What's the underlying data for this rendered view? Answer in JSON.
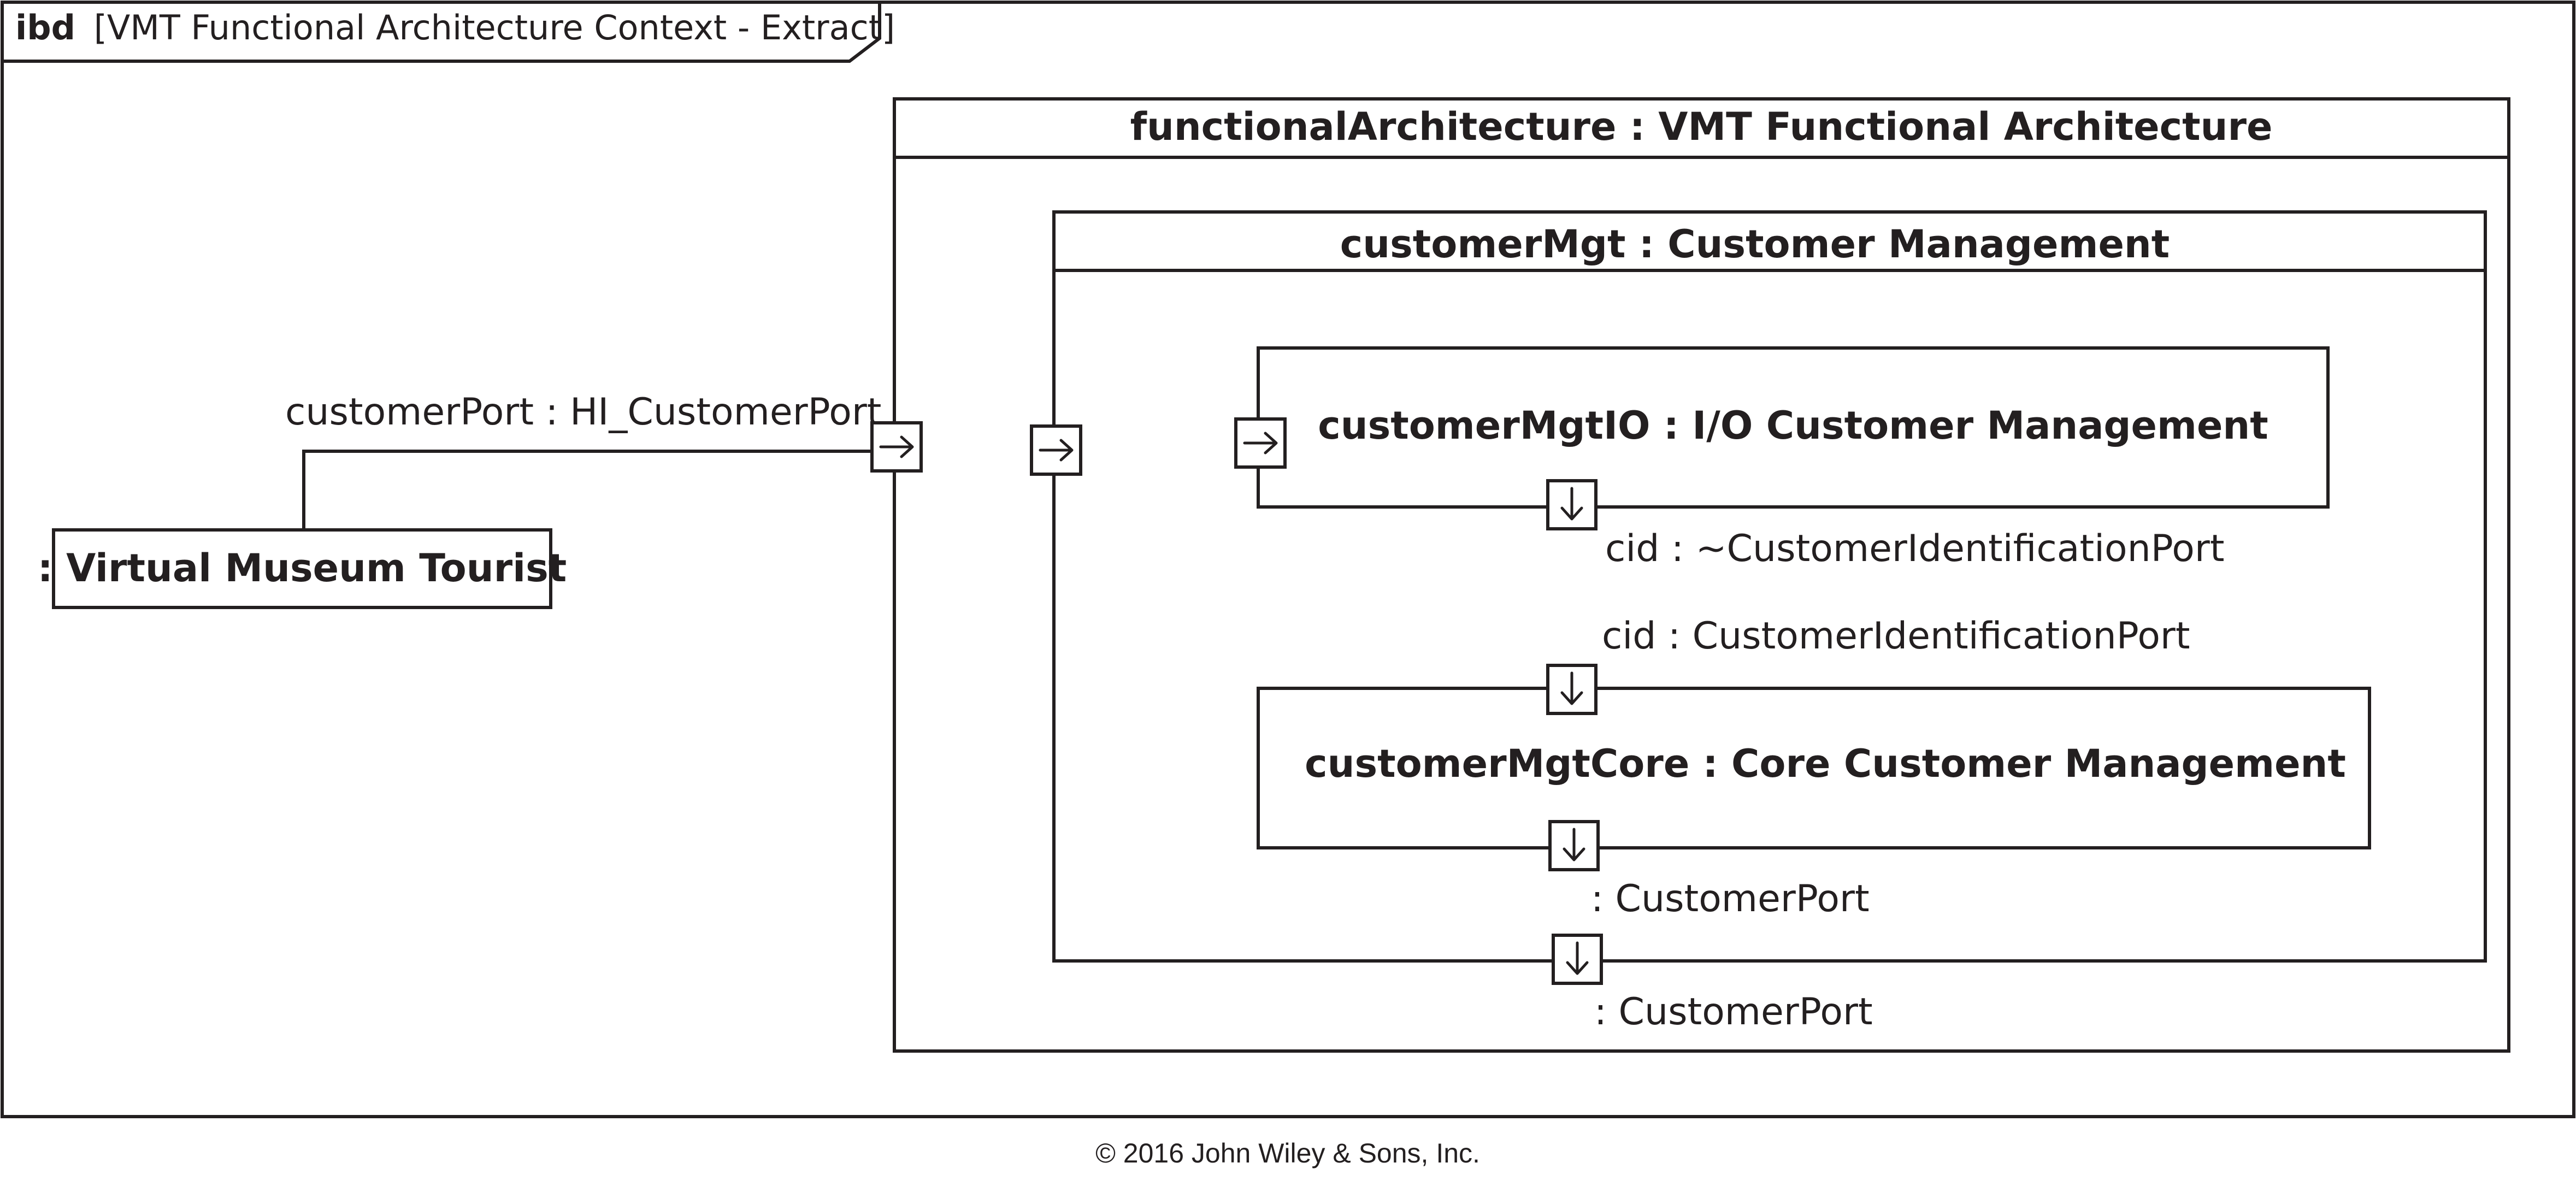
{
  "frame": {
    "kind": "ibd",
    "name": "[VMT Functional Architecture Context - Extract]"
  },
  "parts": {
    "functional_architecture": "functionalArchitecture : VMT Functional Architecture",
    "customer_mgt": "customerMgt : Customer Management",
    "customer_mgt_io": "customerMgtIO : I/O Customer Management",
    "customer_mgt_core": "customerMgtCore : Core Customer Management",
    "tourist": ": Virtual Museum Tourist"
  },
  "ports": {
    "hi_customer_port": "customerPort : HI_CustomerPort",
    "cid_conjugated": "cid : ~CustomerIdentificationPort",
    "cid": "cid : CustomerIdentificationPort",
    "core_customer_port": ": CustomerPort",
    "mgt_customer_port": ": CustomerPort"
  },
  "footer": {
    "copyright": "© 2016 John Wiley & Sons, Inc."
  }
}
